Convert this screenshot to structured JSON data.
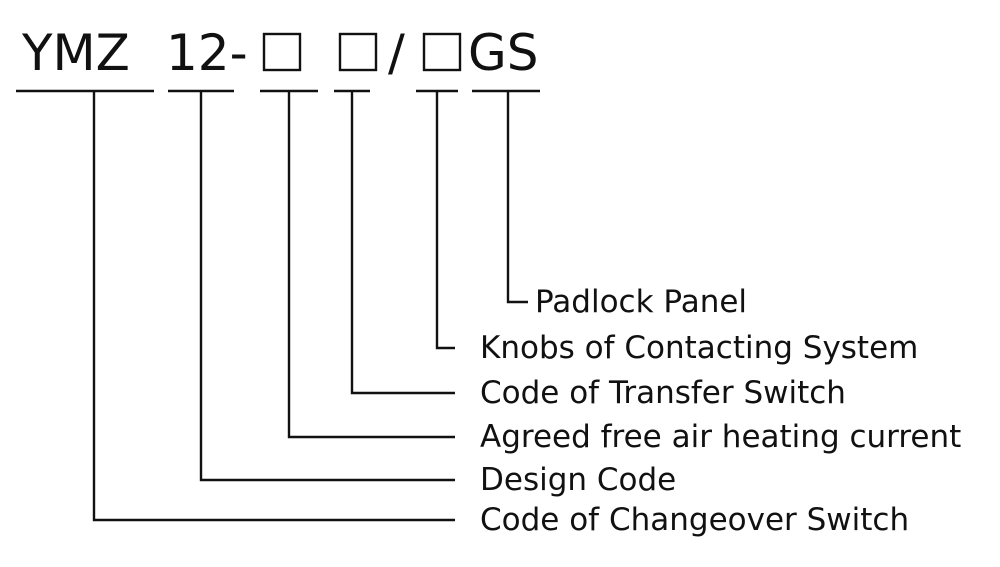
{
  "model": {
    "series": "YMZ",
    "design": "12-",
    "separator": "/",
    "suffix": "GS",
    "placeholder": "□"
  },
  "labels": {
    "padlock": "Padlock Panel",
    "knobs": "Knobs of Contacting System",
    "transfer": "Code of Transfer Switch",
    "current": "Agreed free air heating current",
    "design": "Design Code",
    "changeover": "Code of Changeover Switch"
  },
  "colors": {
    "ink": "#111111",
    "background": "#ffffff"
  }
}
